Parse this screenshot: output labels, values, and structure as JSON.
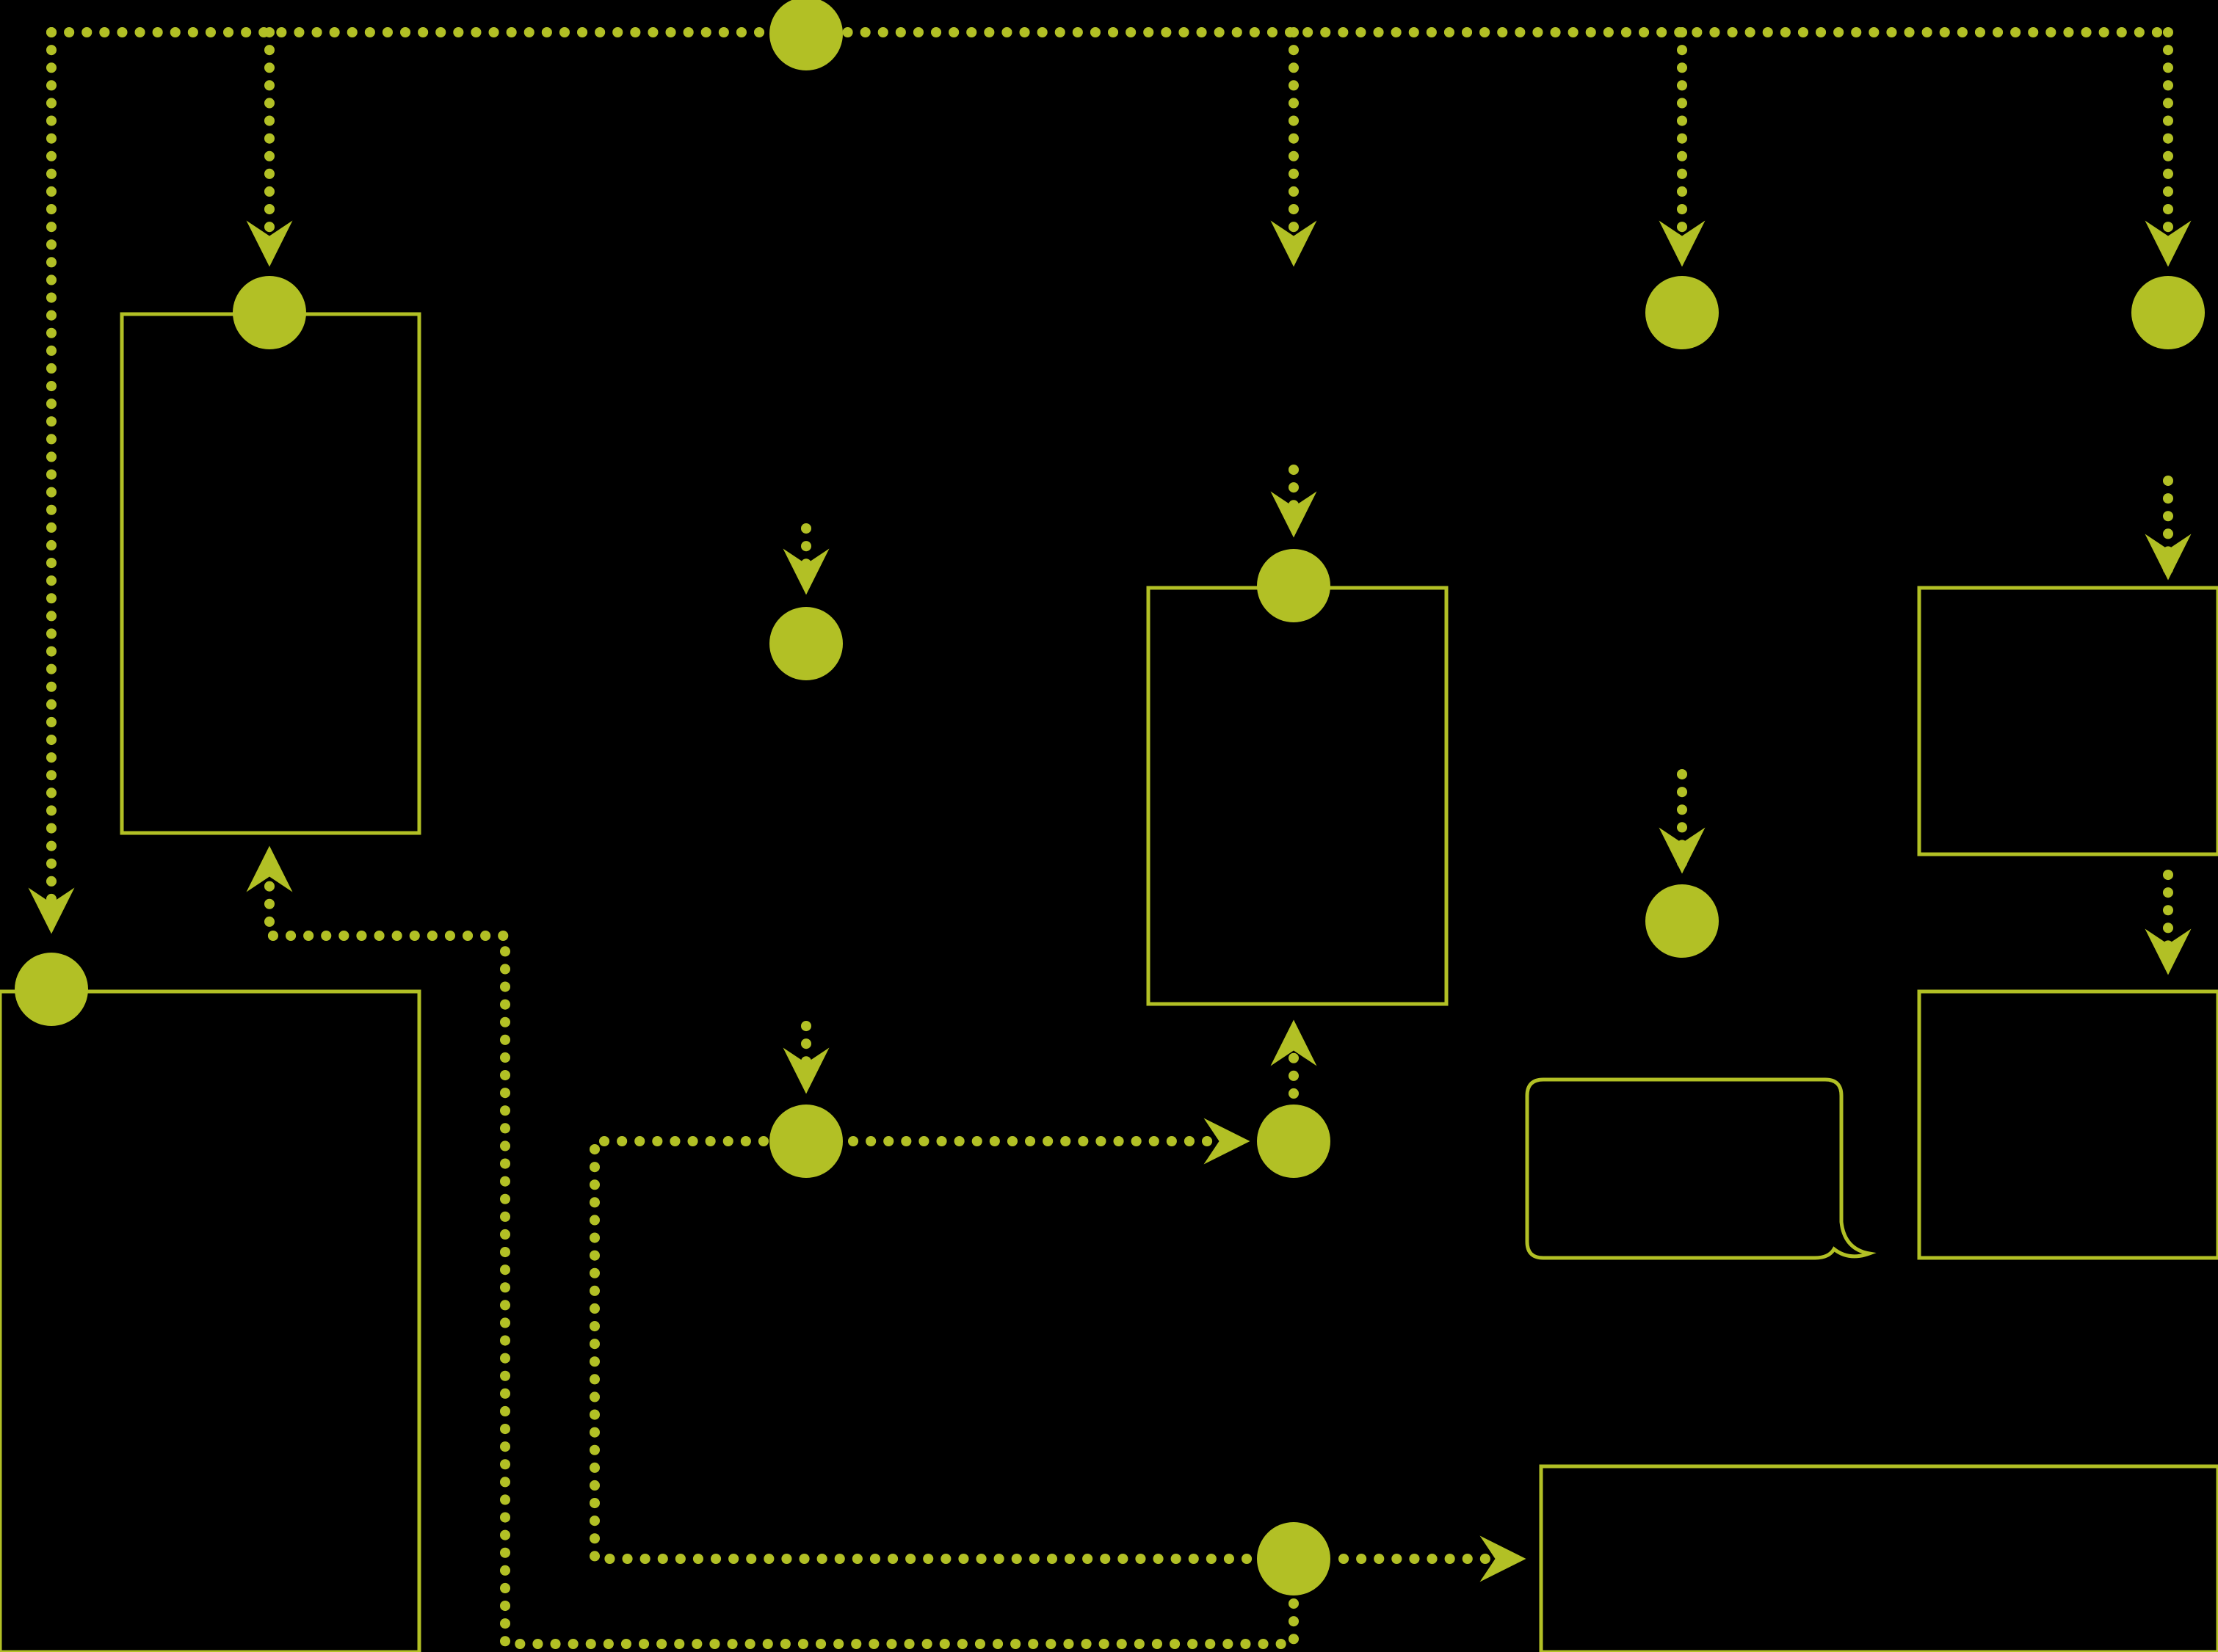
{
  "diagram": {
    "background": "#000000",
    "accent_color": "#b2c025",
    "node_shape": "filled-circle",
    "edge_style": "dotted-arrow",
    "box_style": "outlined-rectangle",
    "callout_style": "outlined-speech-bubble",
    "labels": []
  }
}
